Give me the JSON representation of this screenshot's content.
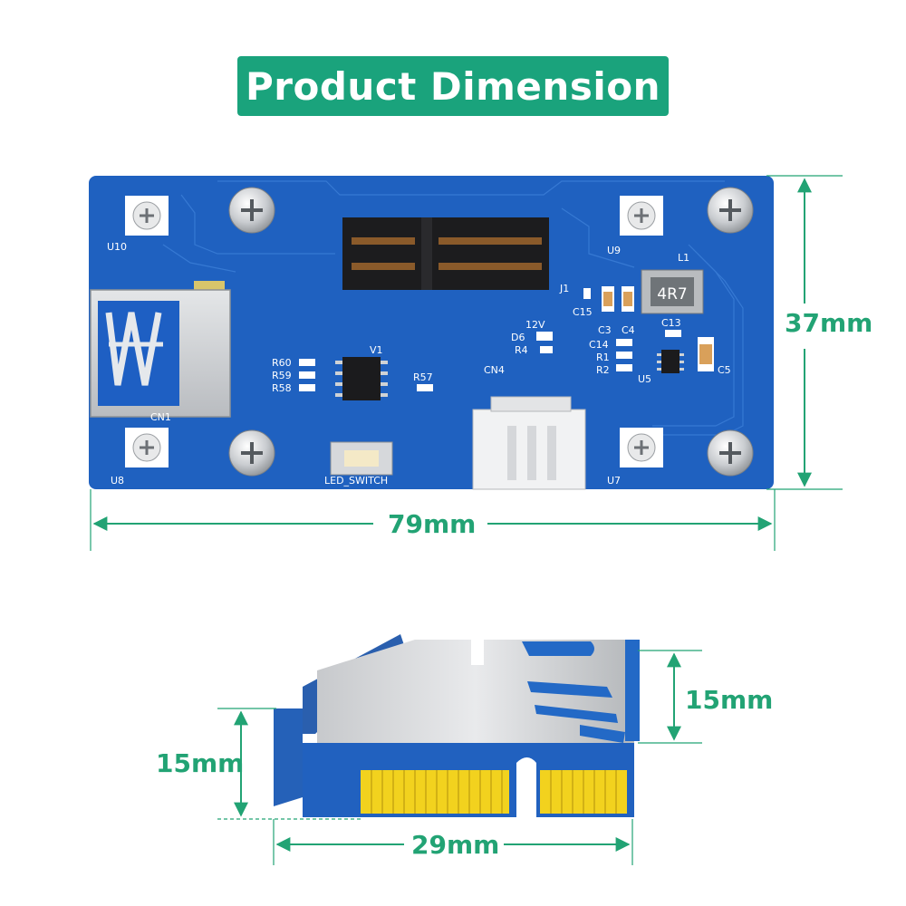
{
  "banner": {
    "title": "Product Dimension"
  },
  "colors": {
    "accent": "#22a374",
    "banner": "#1aa37c",
    "pcb": "#1f61c0",
    "gold": "#f2d21e"
  },
  "board_labels": {
    "u10": "U10",
    "u9": "U9",
    "u8": "U8",
    "u7": "U7",
    "l1": "L1",
    "j1": "J1",
    "inductor": "4R7",
    "c15": "C15",
    "c3": "C3",
    "c4": "C4",
    "c13": "C13",
    "d6": "D6",
    "v12": "12V",
    "r4": "R4",
    "c14": "C14",
    "r1": "R1",
    "r2": "R2",
    "u5": "U5",
    "c5": "C5",
    "r60": "R60",
    "r59": "R59",
    "r58": "R58",
    "r57": "R57",
    "v1": "V1",
    "cn4": "CN4",
    "cn1": "CN1",
    "led_switch": "LED_SWITCH"
  },
  "dimensions": {
    "height_top": "37mm",
    "width_top": "79mm",
    "height_side_right": "15mm",
    "height_side_left": "15mm",
    "width_side": "29mm"
  }
}
